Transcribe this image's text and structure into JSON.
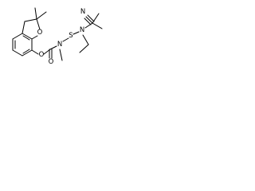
{
  "molecule": {
    "atoms": {
      "ether_oxygen": "O",
      "carbamate_oxygen": "O",
      "carbonyl_oxygen": "O",
      "carbamate_nitrogen": "N",
      "sulfur": "S",
      "sulfenamide_nitrogen": "N",
      "nitrile_nitrogen": "N"
    }
  }
}
